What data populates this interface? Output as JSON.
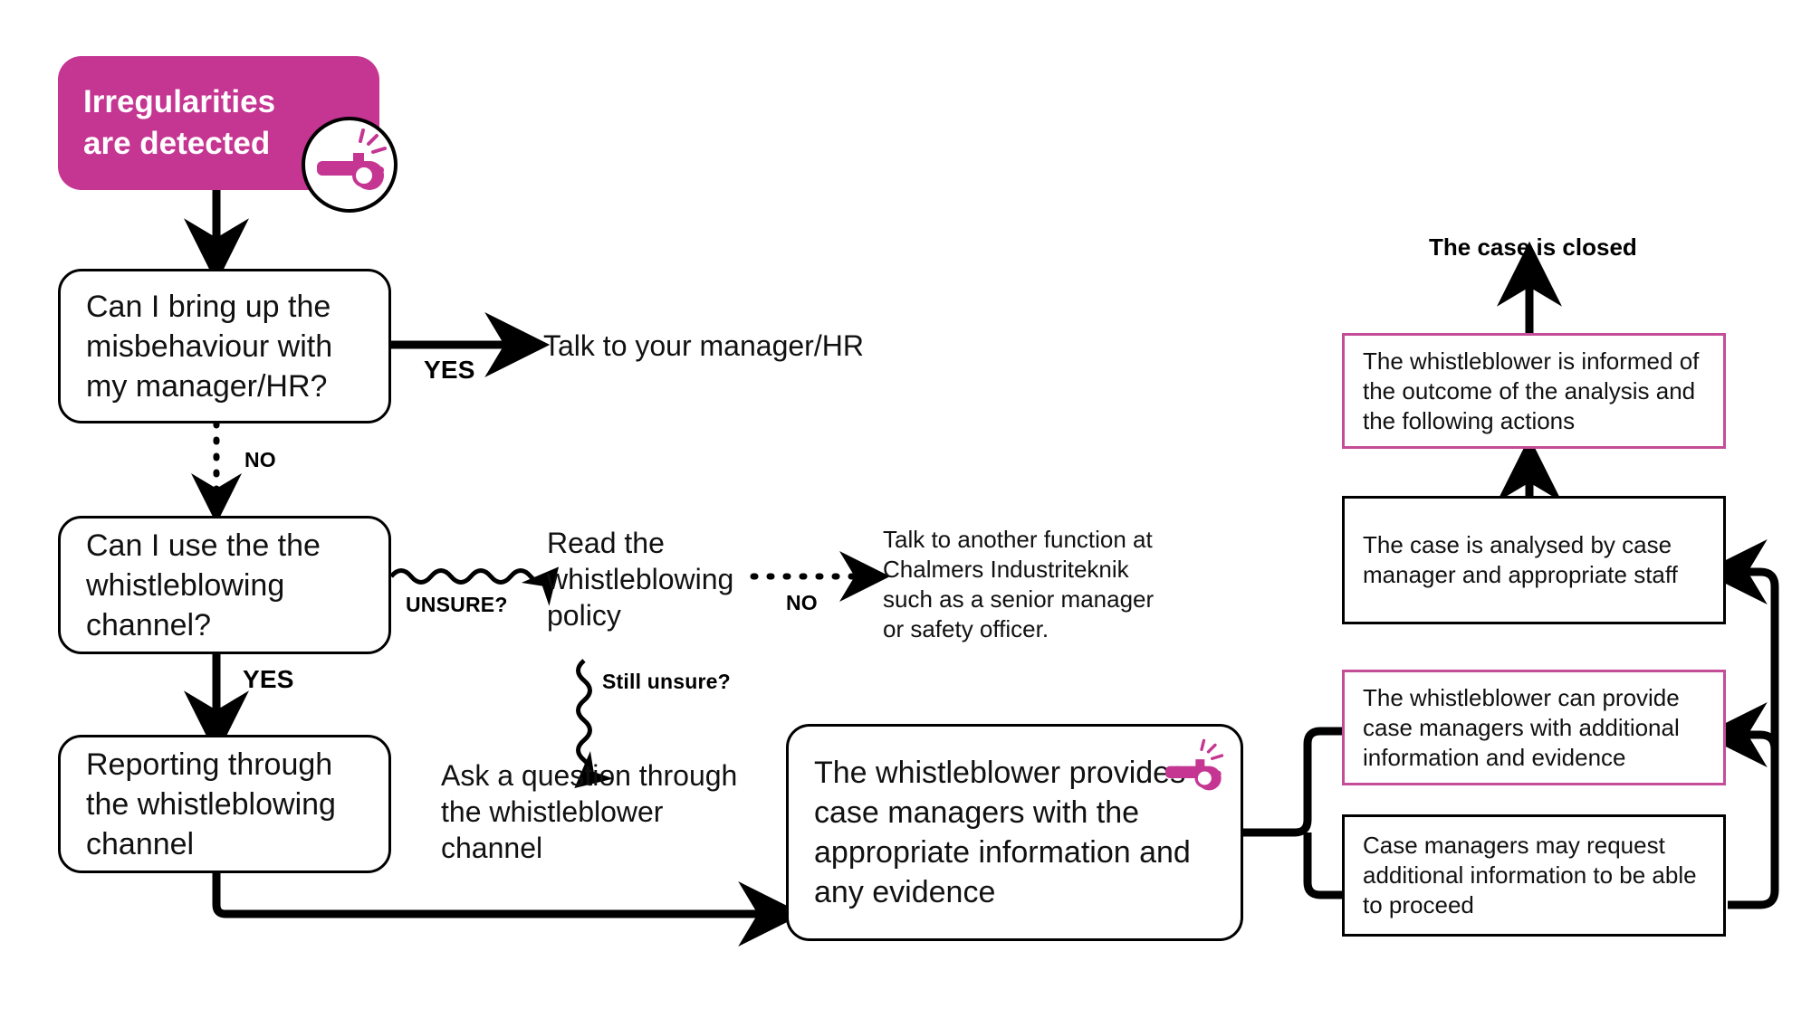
{
  "diagram": {
    "title": "Whistleblowing process flowchart",
    "colors": {
      "pink_fill": "#c53592",
      "pink_border": "#c44d98",
      "black": "#000000",
      "white": "#ffffff"
    }
  },
  "nodes": {
    "start": {
      "label": "Irregularities\nare detected",
      "line1": "Irregularities",
      "line2": "are detected"
    },
    "q1": {
      "label": "Can I bring up the misbehaviour with my manager/HR?"
    },
    "q1_yes_target": {
      "label": "Talk to your manager/HR"
    },
    "q2": {
      "label": "Can I use the the whistleblowing channel?"
    },
    "read_policy": {
      "label": "Read the whistleblowing policy"
    },
    "other_function": {
      "label": "Talk to another function at Chalmers Industriteknik such as a senior manager or safety officer."
    },
    "ask_question": {
      "label": "Ask a question through the whistleblower channel"
    },
    "reporting": {
      "label": "Reporting through the whistleblowing channel"
    },
    "provides_info": {
      "label": "The whistleblower provides case managers with the appropriate information and any evidence"
    },
    "case_closed": {
      "label": "The case is closed"
    },
    "informed": {
      "label": "The whistleblower is informed of the outcome of the analysis and the following actions"
    },
    "analysed": {
      "label": "The case is analysed by case manager and appropriate staff"
    },
    "can_provide": {
      "label": "The whistleblower can provide case managers with additional information and evidence"
    },
    "may_request": {
      "label": "Case managers may request additional information to be able to proceed"
    }
  },
  "edge_labels": {
    "yes_1": "YES",
    "no_1": "NO",
    "yes_2": "YES",
    "unsure": "UNSURE?",
    "no_2": "NO",
    "still_unsure": "Still unsure?"
  },
  "icons": {
    "whistle_top": "whistle-icon",
    "whistle_center": "whistle-icon"
  }
}
